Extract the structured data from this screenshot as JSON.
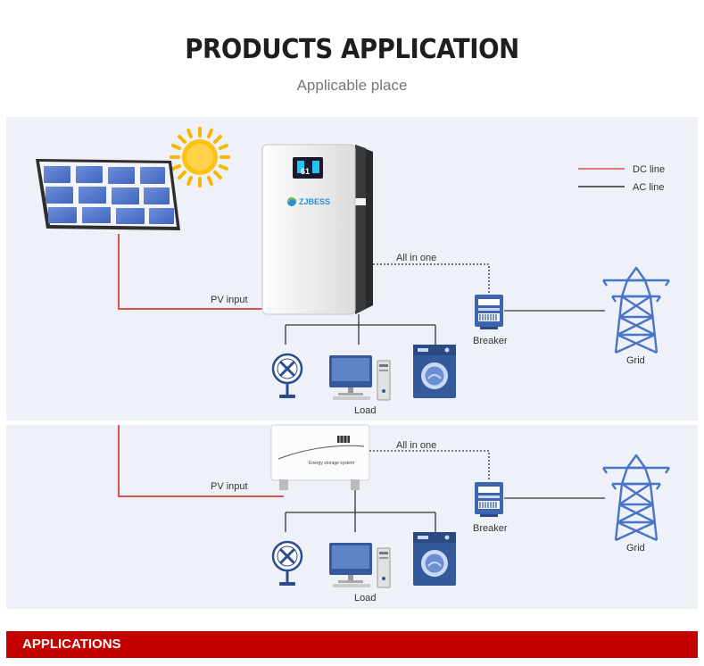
{
  "header": {
    "title": "PRODUCTS APPLICATION",
    "subtitle": "Applicable place"
  },
  "legend": {
    "dc_label": "DC line",
    "ac_label": "AC line",
    "dc_color": "#d9534f",
    "ac_color": "#333333"
  },
  "diagram_top": {
    "device_brand": "ZJBESS",
    "display_value": "61",
    "pv_label": "PV input",
    "allinone_label": "All in one",
    "breaker_label": "Breaker",
    "grid_label": "Grid",
    "load_label": "Load"
  },
  "diagram_bottom": {
    "device_caption": "Energy storage system",
    "pv_label": "PV input",
    "allinone_label": "All in one",
    "breaker_label": "Breaker",
    "grid_label": "Grid",
    "load_label": "Load"
  },
  "footer": {
    "banner_label": "APPLICATIONS",
    "banner_color": "#c40000"
  },
  "icons": [
    "sun-icon",
    "solar-panel-icon",
    "fan-icon",
    "computer-icon",
    "washing-machine-icon",
    "breaker-meter-icon",
    "pylon-icon"
  ]
}
